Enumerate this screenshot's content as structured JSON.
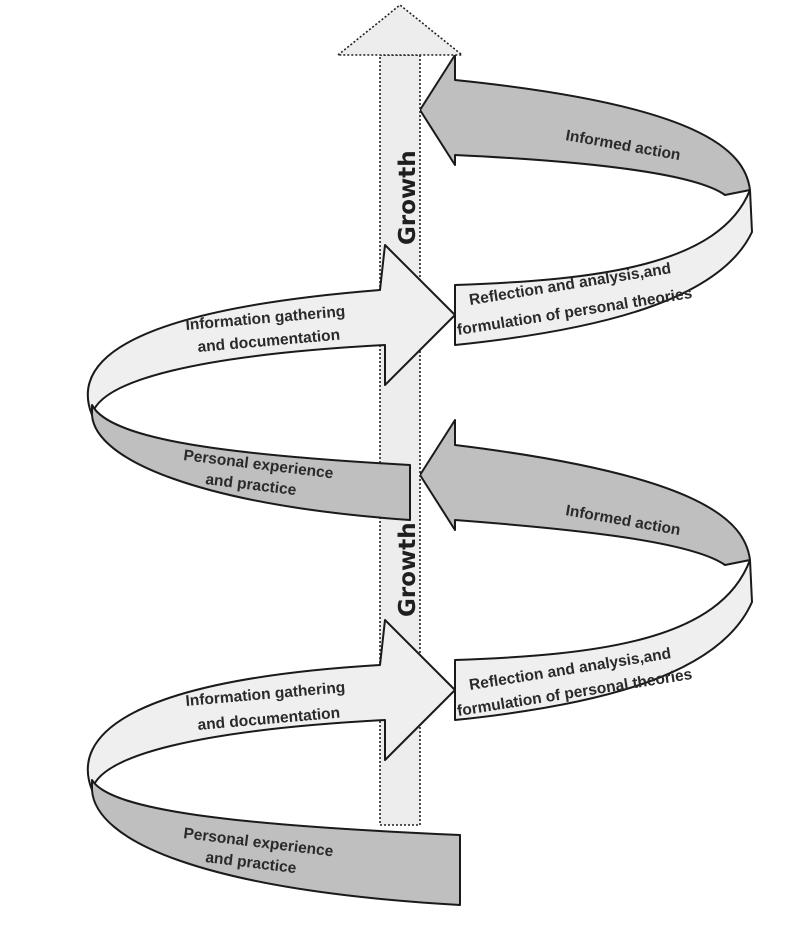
{
  "diagram": {
    "axis_label": "Growth",
    "cycles": [
      {
        "stage_experience": [
          "Personal experience",
          "and practice"
        ],
        "stage_information": [
          "Information gathering",
          "and documentation"
        ],
        "stage_reflection": [
          "Reflection and analysis,and",
          "formulation of personal theories"
        ],
        "stage_action": "Informed action"
      },
      {
        "stage_experience": [
          "Personal experience",
          "and practice"
        ],
        "stage_information": [
          "Information gathering",
          "and documentation"
        ],
        "stage_reflection": [
          "Reflection and analysis,and",
          "formulation of personal theories"
        ],
        "stage_action": "Informed action"
      }
    ]
  }
}
